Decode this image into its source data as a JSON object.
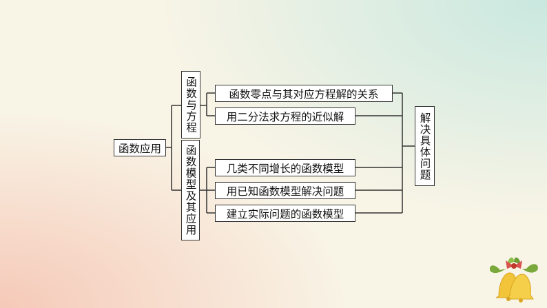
{
  "root": "函数应用",
  "branches": [
    {
      "label": "函数与方程",
      "items": [
        "函数零点与其对应方程解的关系",
        "用二分法求方程的近似解"
      ]
    },
    {
      "label": "函数模型及其应用",
      "items": [
        "几类不同增长的函数模型",
        "用已知函数模型解决问题",
        "建立实际问题的函数模型"
      ]
    }
  ],
  "target": "解决具体问题",
  "colors": {
    "background": "#f8f4e6",
    "line": "#333333",
    "box_fill": "#ffffff"
  },
  "decoration": {
    "icon": "christmas-bells-icon"
  }
}
